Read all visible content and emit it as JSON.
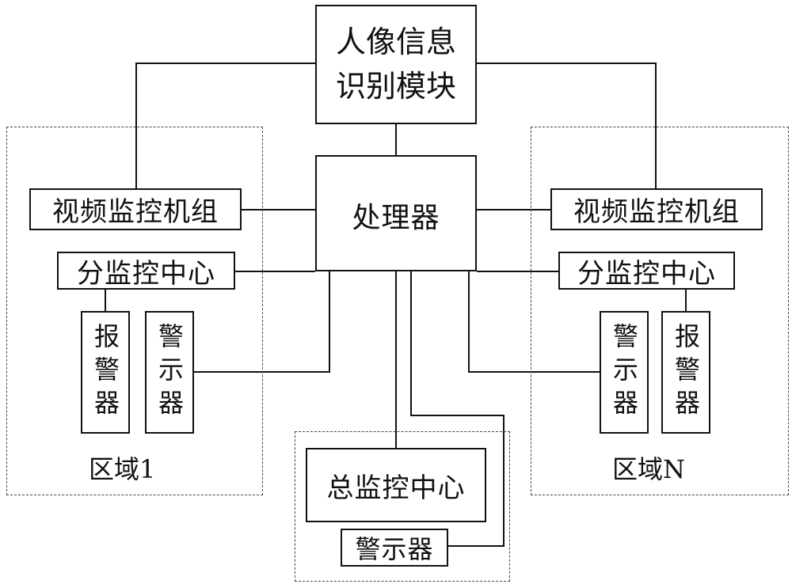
{
  "recognition_module": "人像信息\n识别模块",
  "processor": "处理器",
  "left_region": {
    "video_group": "视频监控机组",
    "sub_center": "分监控中心",
    "alarm": "报警器",
    "indicator": "警示器",
    "label": "区域1"
  },
  "right_region": {
    "video_group": "视频监控机组",
    "sub_center": "分监控中心",
    "indicator": "警示器",
    "alarm": "报警器",
    "label": "区域N"
  },
  "central": {
    "center": "总监控中心",
    "indicator": "警示器"
  }
}
